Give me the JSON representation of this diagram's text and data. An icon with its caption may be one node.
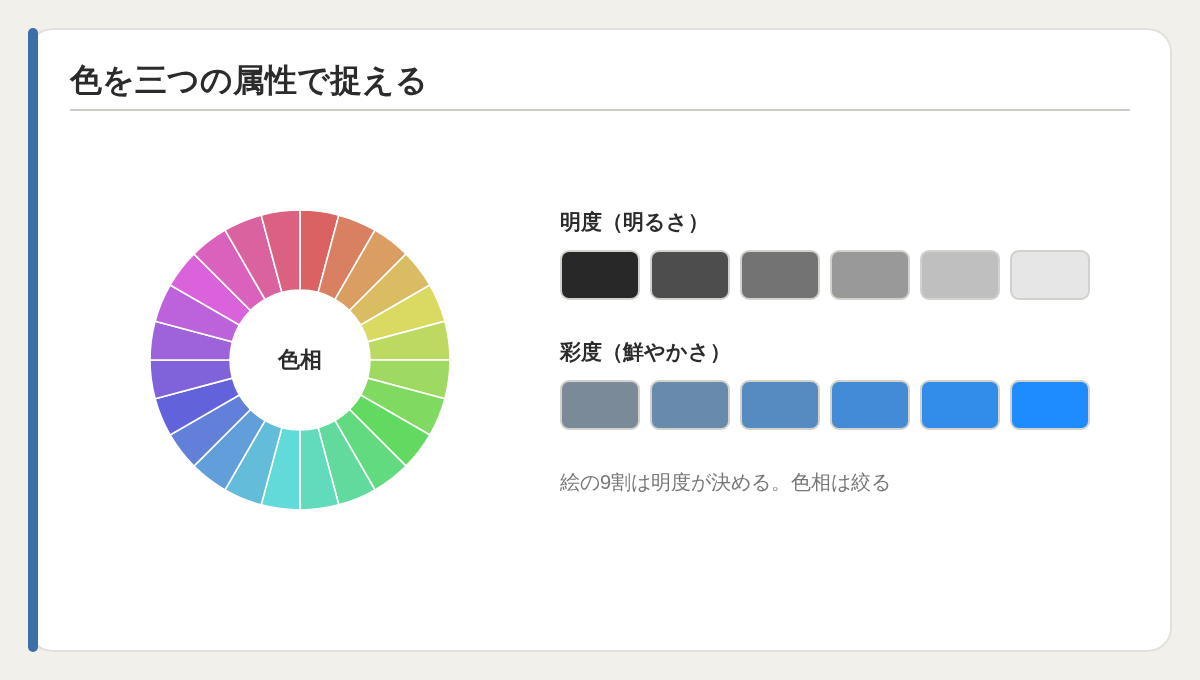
{
  "diagram": {
    "title": "色を三つの属性で捉える",
    "nodes": [
      {
        "text": [
          "色相"
        ]
      }
    ],
    "labels": [
      "明度（明るさ）",
      "彩度（鮮やかさ）",
      "絵の9割は明度が決める。色相は絞る"
    ]
  }
}
